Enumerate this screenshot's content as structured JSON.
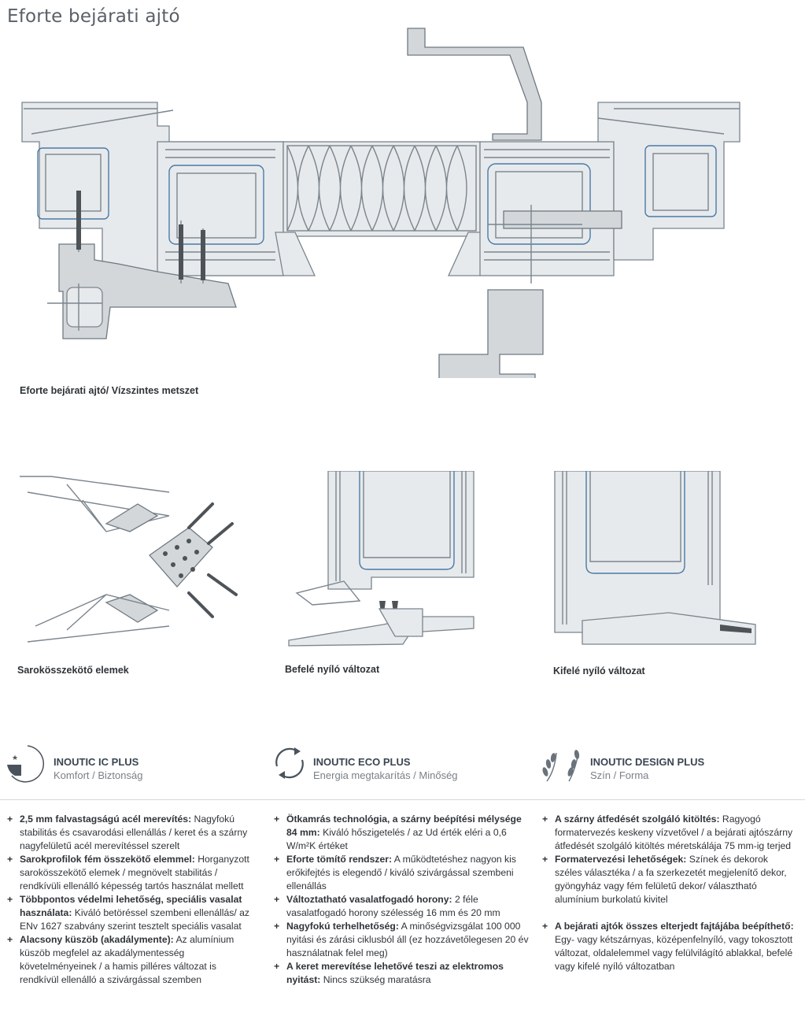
{
  "title": "Eforte bejárati ajtó",
  "captions": {
    "main": "Eforte bejárati ajtó/ Vízszintes metszet",
    "corner": "Sarokösszekötő elemek",
    "inward": "Befelé nyíló változat",
    "outward": "Kifelé nyíló változat"
  },
  "features": [
    {
      "title": "INOUTIC IC PLUS",
      "subtitle": "Komfort / Biztonság",
      "icon": "comfort-icon"
    },
    {
      "title": "INOUTIC ECO PLUS",
      "subtitle": "Energia megtakarítás / Minőség",
      "icon": "recycle-icon"
    },
    {
      "title": "INOUTIC DESIGN PLUS",
      "subtitle": "Szín / Forma",
      "icon": "laurel-icon"
    }
  ],
  "columns": [
    [
      {
        "bold": "2,5 mm falvastagságú acél merevítés:",
        "text": " Nagyfokú stabilitás és csavarodási ellenállás / keret és a szárny nagyfelületű acél merevítéssel szerelt"
      },
      {
        "bold": "Sarokprofilok fém összekötő elemmel:",
        "text": " Horganyzott sarokösszekötő elemek / megnövelt stabilitás / rendkívüli ellenálló képesség tartós használat mellett"
      },
      {
        "bold": "Többpontos védelmi lehetőség, speciális vasalat használata:",
        "text": " Kiváló betöréssel szembeni ellenállás/ az ENv 1627 szabvány szerint tesztelt speciális vasalat"
      },
      {
        "bold": "Alacsony küszöb (akadálymente):",
        "text": " Az alumínium küszöb megfelel az akadálymentesség követelményeinek / a hamis pilléres változat is rendkívül ellenálló a szivárgással szemben"
      }
    ],
    [
      {
        "bold": "Ötkamrás technológia, a szárny beépítési mélysége 84 mm:",
        "text": " Kiváló hőszigetelés / az Ud érték eléri a 0,6 W/m²K értéket"
      },
      {
        "bold": "Eforte tömítő rendszer:",
        "text": " A működtetéshez nagyon kis erőkifejtés is elegendő / kiváló szivárgással szembeni ellenállás"
      },
      {
        "bold": "Változtatható vasalatfogadó horony:",
        "text": " 2 féle vasalatfogadó horony szélesség 16 mm és 20 mm"
      },
      {
        "bold": "Nagyfokú terhelhetőség:",
        "text": " A minőségvizsgálat 100 000 nyitási és zárási ciklusból áll (ez hozzávetőlegesen 20 év használatnak felel meg)"
      },
      {
        "bold": "A keret merevítése lehetővé teszi az elektromos nyitást:",
        "text": " Nincs szükség maratásra"
      }
    ],
    [
      {
        "bold": "A szárny átfedését szolgáló kitöltés:",
        "text": " Ragyogó formatervezés keskeny vízvetővel / a bejárati ajtószárny átfedését szolgáló kitöltés méretskálája 75 mm-ig terjed"
      },
      {
        "bold": "Formatervezési lehetőségek:",
        "text": " Színek és dekorok széles választéka / a fa szerkezetét megjelenítő dekor, gyöngyház vagy fém felületű dekor/ választható alumínium burkolatú kivitel"
      },
      {
        "bold": "A bejárati ajtók összes elterjedt fajtájába beépíthető:",
        "text": " Egy- vagy kétszárnyas, középenfelnyíló, vagy tokosztott változat, oldalelemmel vagy felülvilágító ablakkal, befelé vagy kifelé nyíló változatban",
        "gap": true
      }
    ]
  ]
}
